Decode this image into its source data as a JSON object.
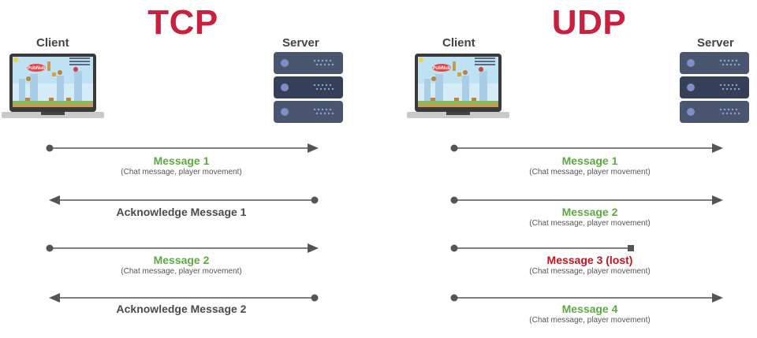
{
  "tcp": {
    "title": "TCP",
    "client_label": "Client",
    "server_label": "Server",
    "messages": [
      {
        "label": "Message 1",
        "sub": "(Chat message, player movement)",
        "direction": "client-to-server"
      },
      {
        "label": "Acknowledge Message 1",
        "sub": "",
        "direction": "server-to-client"
      },
      {
        "label": "Message 2",
        "sub": "(Chat message, player movement)",
        "direction": "client-to-server"
      },
      {
        "label": "Acknowledge Message 2",
        "sub": "",
        "direction": "server-to-client"
      }
    ]
  },
  "udp": {
    "title": "UDP",
    "client_label": "Client",
    "server_label": "Server",
    "messages": [
      {
        "label": "Message 1",
        "sub": "(Chat message, player movement)",
        "status": "delivered"
      },
      {
        "label": "Message 2",
        "sub": "(Chat message, player movement)",
        "status": "delivered"
      },
      {
        "label": "Message 3 (lost)",
        "sub": "(Chat message, player movement)",
        "status": "lost"
      },
      {
        "label": "Message 4",
        "sub": "(Chat message, player movement)",
        "status": "delivered"
      }
    ]
  },
  "game_screen": {
    "logo_text": "PubNub"
  },
  "colors": {
    "title": "#c8203f",
    "message": "#5ea843",
    "ack": "#4a4a4a",
    "lost": "#c8101f",
    "arrow": "#555555",
    "server_body": "#4a5670",
    "server_dark": "#353f57"
  }
}
